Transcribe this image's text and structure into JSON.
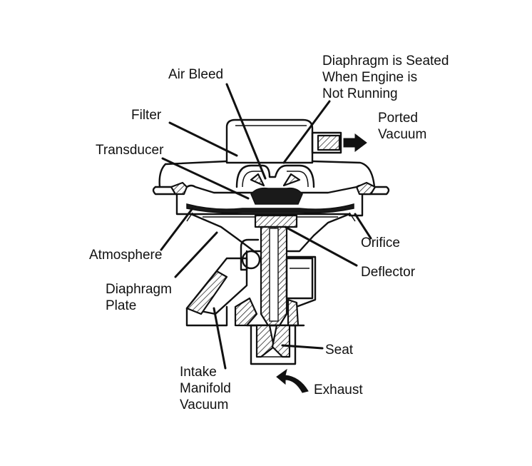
{
  "labels": {
    "air_bleed": "Air Bleed",
    "diaphragm_seated_1": "Diaphragm is Seated",
    "diaphragm_seated_2": "When Engine is",
    "diaphragm_seated_3": "Not Running",
    "filter": "Filter",
    "ported_vacuum_1": "Ported",
    "ported_vacuum_2": "Vacuum",
    "transducer": "Transducer",
    "orifice": "Orifice",
    "atmosphere": "Atmosphere",
    "deflector": "Deflector",
    "diaphragm_plate_1": "Diaphragm",
    "diaphragm_plate_2": "Plate",
    "seat": "Seat",
    "intake_1": "Intake",
    "intake_2": "Manifold",
    "intake_3": "Vacuum",
    "exhaust": "Exhaust"
  }
}
